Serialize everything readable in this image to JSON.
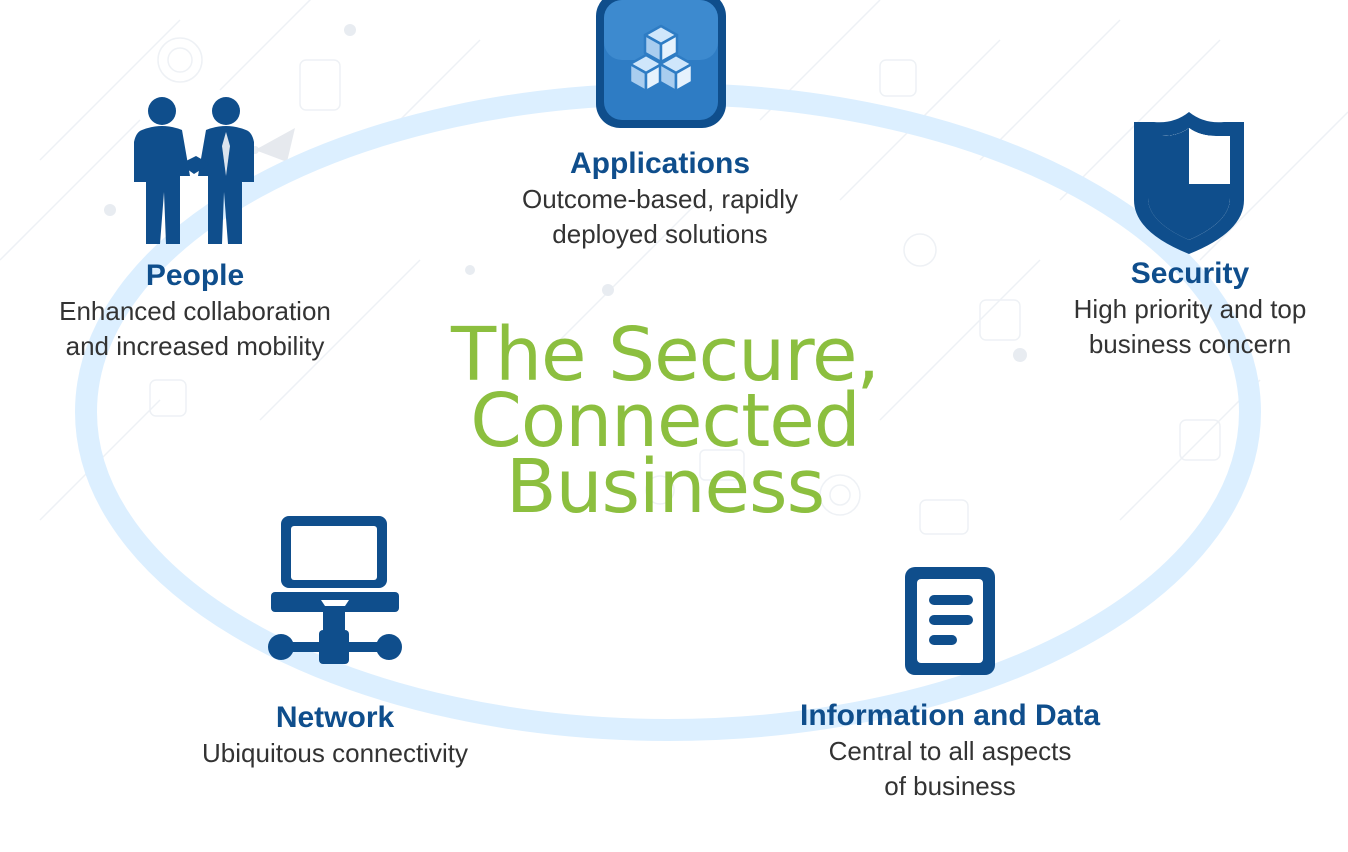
{
  "colors": {
    "accent_blue": "#0f4e8c",
    "title_green": "#8cbf3f",
    "ring_blue": "#dcefff",
    "body_text": "#333333"
  },
  "center_title": {
    "line1": "The Secure,",
    "line2": "Connected",
    "line3": "Business"
  },
  "nodes": {
    "applications": {
      "icon": "cubes-icon",
      "title": "Applications",
      "desc_line1": "Outcome-based, rapidly",
      "desc_line2": "deployed solutions"
    },
    "people": {
      "icon": "handshake-people-icon",
      "title": "People",
      "desc_line1": "Enhanced collaboration",
      "desc_line2": "and increased mobility"
    },
    "security": {
      "icon": "shield-icon",
      "title": "Security",
      "desc_line1": "High priority and top",
      "desc_line2": "business concern"
    },
    "network": {
      "icon": "laptop-network-icon",
      "title": "Network",
      "desc_line1": "Ubiquitous connectivity"
    },
    "information": {
      "icon": "document-icon",
      "title": "Information and Data",
      "desc_line1": "Central to all aspects",
      "desc_line2": "of business"
    }
  }
}
